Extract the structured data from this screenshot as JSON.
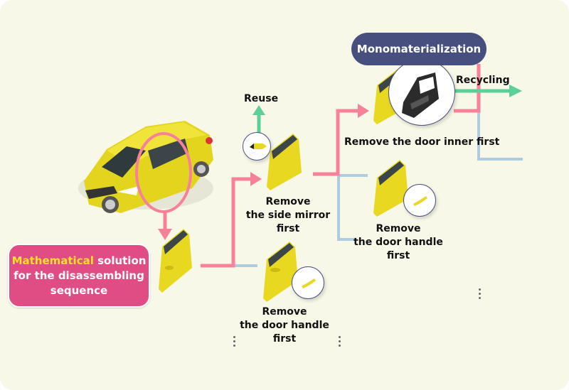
{
  "colors": {
    "background": "#f8f8e8",
    "path_selected": "#f8819a",
    "path_alternative": "#aecbe0",
    "reuse_recycle_arrow": "#5ecf98",
    "solution_box": "#e04d85",
    "highlight_text": "#ffe027",
    "mono_pill": "#474f7e",
    "door_yellow": "#e8d820"
  },
  "solution": {
    "highlight": "Mathematical",
    "line1_rest": " solution",
    "line2": "for the disassembling",
    "line3": "sequence"
  },
  "monomaterialization": {
    "label": "Monomaterialization"
  },
  "outcomes": {
    "reuse": "Reuse",
    "recycling": "Recycling"
  },
  "steps": {
    "side_mirror": {
      "line1": "Remove",
      "line2": "the side mirror",
      "line3": "first"
    },
    "door_handle_lower": {
      "line1": "Remove",
      "line2": "the door handle",
      "line3": "first"
    },
    "door_handle_upper": {
      "line1": "Remove",
      "line2": "the door handle",
      "line3": "first"
    },
    "door_inner": {
      "line1": "Remove the door inner first"
    }
  },
  "icons": {
    "car": "yellow-hatchback-car",
    "door": "car-door",
    "mirror": "side-mirror",
    "handle": "door-handle",
    "door_inner": "door-inner-panel",
    "continuation": "vertical-ellipsis"
  }
}
